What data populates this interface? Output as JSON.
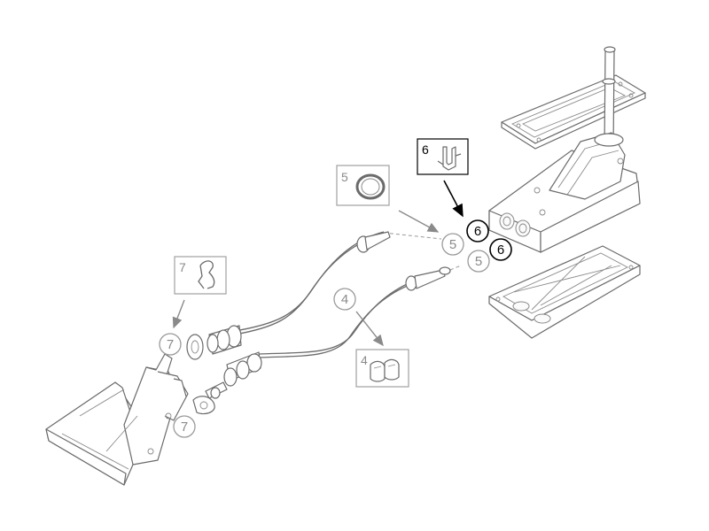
{
  "callouts": {
    "c5_a": "5",
    "c5_b": "5",
    "c6_a": "6",
    "c6_b": "6",
    "c4": "4",
    "c7_a": "7",
    "c7_b": "7"
  },
  "boxes": {
    "box6": "6",
    "box5": "5",
    "box7": "7",
    "box4": "4"
  },
  "colors": {
    "line": "#6b6b6b",
    "grey_callout": "#9a9a9a",
    "black_callout": "#000000"
  }
}
